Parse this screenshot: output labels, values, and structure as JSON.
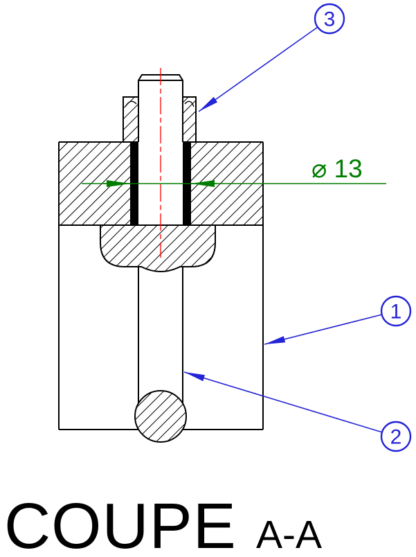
{
  "drawing": {
    "title": "COUPE",
    "section_label": "A-A",
    "dimension": {
      "label": "⌀ 13",
      "value": "13",
      "symbol": "diameter"
    },
    "balloons": [
      {
        "id": 1,
        "label": "1",
        "points_to": "body-right-edge"
      },
      {
        "id": 2,
        "label": "2",
        "points_to": "rod-shank"
      },
      {
        "id": 3,
        "label": "3",
        "points_to": "nut"
      }
    ],
    "colors": {
      "annotation_blue": "#2323d7",
      "dimension_green": "#007d00",
      "centerline_red": "#ff0000",
      "drawing_black": "#000000",
      "background": "#ffffff"
    }
  }
}
